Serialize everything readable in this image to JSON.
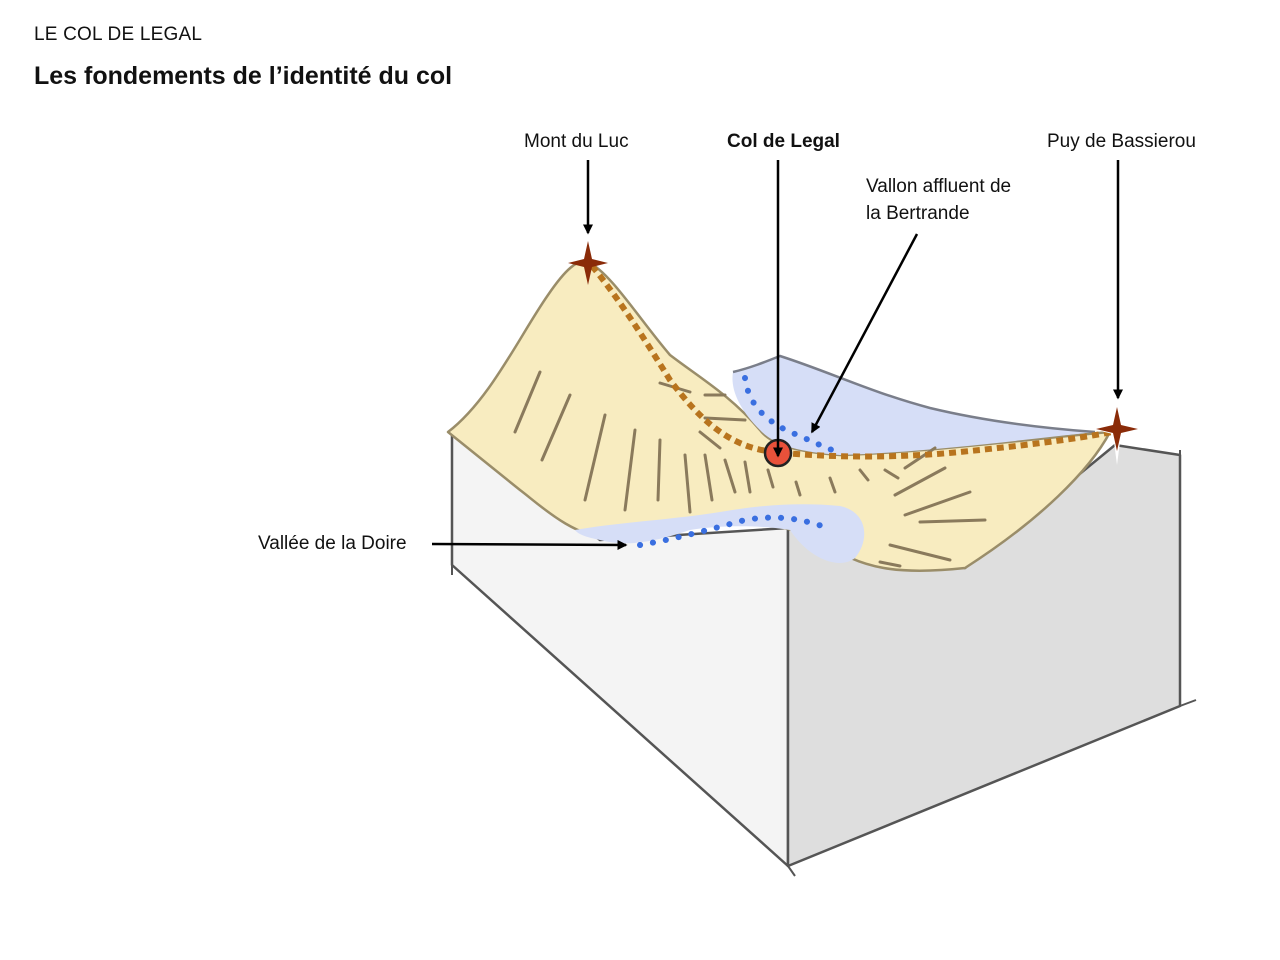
{
  "header": {
    "supertitle": "LE COL DE LEGAL",
    "title": "Les fondements de l’identité du col"
  },
  "labels": {
    "mont_du_luc": "Mont du Luc",
    "col_de_legal": "Col de Legal",
    "puy_de_bassierou": "Puy de Bassierou",
    "vallon_line1": "Vallon affluent de",
    "vallon_line2": "la Bertrande",
    "vallee_doire": "Vallée de la Doire"
  },
  "colors": {
    "terrain": "#f8ecc0",
    "valley": "#d6def7",
    "ridge": "#b8741e",
    "stream": "#3a6fe0",
    "summit": "#8a2b08",
    "col_marker": "#e8513a",
    "box_left": "#f4f4f4",
    "box_right": "#dedede"
  }
}
